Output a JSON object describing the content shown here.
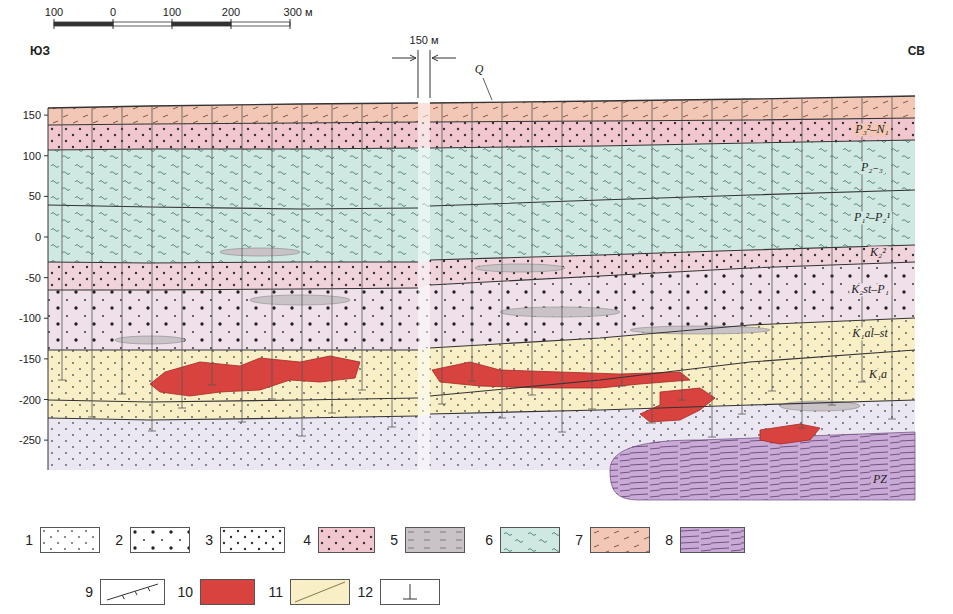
{
  "diagram": {
    "labels": [
      "100",
      "0",
      "100",
      "200",
      "300 м",
      "ЮЗ",
      "СВ",
      "150 м",
      "Q",
      "150",
      "100",
      "50",
      "0",
      "-50",
      "-100",
      "-150",
      "-200",
      "-250",
      "P₃²–N₁",
      "P₂₋₃",
      "P₁²–P₂¹",
      "K₂²",
      "K₂st–P₁",
      "K₁al–st",
      "K₁a",
      "PZ"
    ],
    "legend": [
      {
        "text": "1"
      },
      {
        "text": "2"
      },
      {
        "text": "3"
      },
      {
        "text": "4",
        "color": "#f1c6cf"
      },
      {
        "text": "5",
        "color": "#c9c3c8"
      },
      {
        "text": "6",
        "color": "#cfe8e2"
      },
      {
        "text": "7",
        "color": "#f3c7b5"
      },
      {
        "text": "8",
        "color": "#c9a9d6"
      },
      {
        "text": "9"
      },
      {
        "text": "10",
        "color": "#d9433f"
      },
      {
        "text": "11",
        "color": "#f8efc6"
      },
      {
        "text": "12"
      }
    ]
  }
}
